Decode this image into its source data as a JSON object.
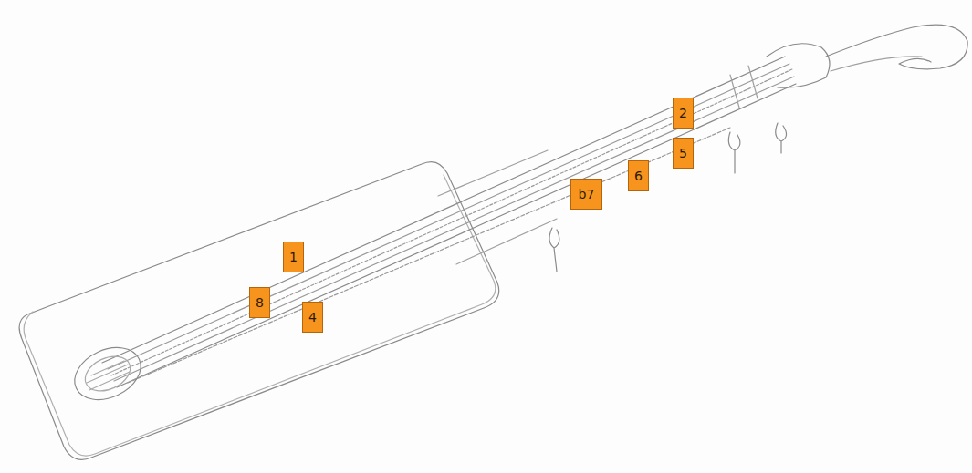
{
  "diagram": {
    "nodes": [
      {
        "text": [
          "2"
        ]
      },
      {
        "text": [
          "5"
        ]
      },
      {
        "text": [
          "6"
        ]
      },
      {
        "text": [
          "b7"
        ]
      },
      {
        "text": [
          "1"
        ]
      },
      {
        "text": [
          "8"
        ]
      },
      {
        "text": [
          "4"
        ]
      }
    ]
  }
}
